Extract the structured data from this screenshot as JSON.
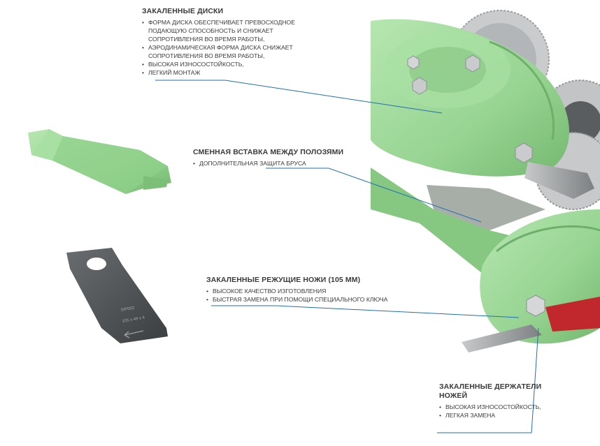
{
  "callouts": {
    "hardened_discs": {
      "title": "ЗАКАЛЕННЫЕ ДИСКИ",
      "items": [
        "ФОРМА ДИСКА ОБЕСПЕЧИВАЕТ ПРЕВОСХОДНОЕ ПОДАЮЩУЮ СПОСОБНОСТЬ И СНИЖАЕТ СОПРОТИВЛЕНИЯ ВО ВРЕМЯ РАБОТЫ,",
        "АЭРОДИНАМИЧЕСКАЯ ФОРМА ДИСКА СНИЖАЕТ СОПРОТИВЛЕНИЯ ВО ВРЕМЯ РАБОТЫ,",
        "ВЫСОКАЯ ИЗНОСОСТОЙКОСТЬ,",
        "ЛЕГКИЙ МОНТАЖ"
      ]
    },
    "replaceable_insert": {
      "title": "СМЕННАЯ ВСТАВКА МЕЖДУ ПОЛОЗЯМИ",
      "items": [
        "ДОПОЛНИТЕЛЬНАЯ ЗАЩИТА БРУСА"
      ]
    },
    "cutting_knives": {
      "title": "ЗАКАЛЕННЫЕ РЕЖУЩИЕ НОЖИ (105 ММ)",
      "items": [
        "ВЫСОКОЕ КАЧЕСТВО ИЗГОТОВЛЕНИЯ",
        "БЫСТРАЯ ЗАМЕНА ПРИ ПОМОЩИ СПЕЦИАЛЬНОГО КЛЮЧА"
      ]
    },
    "knife_holders": {
      "title": "ЗАКАЛЕННЫЕ ДЕРЖАТЕЛИ НОЖЕЙ",
      "items": [
        "ВЫСОКАЯ ИЗНОСОСТОЙКОСТЬ,",
        "ЛЕГКАЯ ЗАМЕНА"
      ]
    }
  },
  "knife_marking": {
    "line1": "SIP002",
    "line2": "105 x 49 x 4"
  },
  "colors": {
    "disc_green": "#9ed89a",
    "disc_shadow": "#7bbf78",
    "leader_blue": "#1f6fb5",
    "steel": "#8a8d8f",
    "blade_dark": "#4b4e50",
    "holder_red": "#c0282d"
  }
}
